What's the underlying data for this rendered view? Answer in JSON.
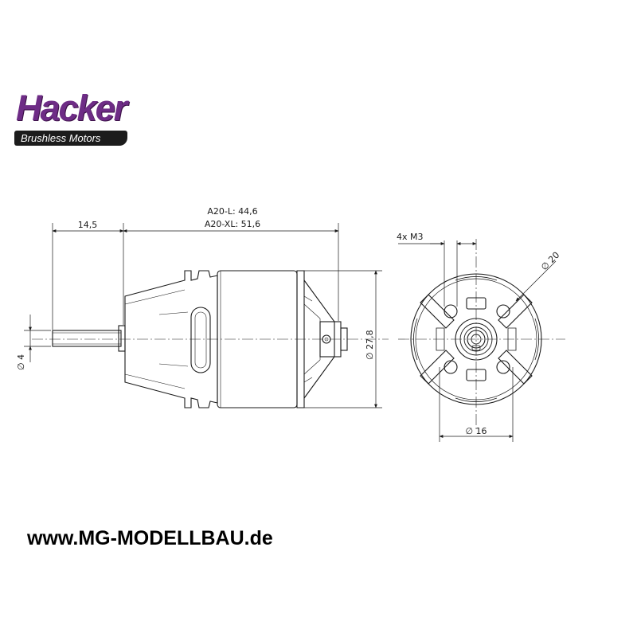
{
  "logo": {
    "brand": "Hacker",
    "tagline": "Brushless Motors",
    "brand_color": "#6e2c86"
  },
  "dimensions": {
    "shaft_length": "14,5",
    "length_l": "A20-L: 44,6",
    "length_xl": "A20-XL: 51,6",
    "shaft_diameter": "∅ 4",
    "body_diameter": "∅ 27,8",
    "mount_holes": "4x M3",
    "bolt_circle_outer": "∅ 20",
    "bolt_circle_inner": "∅ 16"
  },
  "footer": {
    "url": "www.MG-MODELLBAU.de"
  }
}
